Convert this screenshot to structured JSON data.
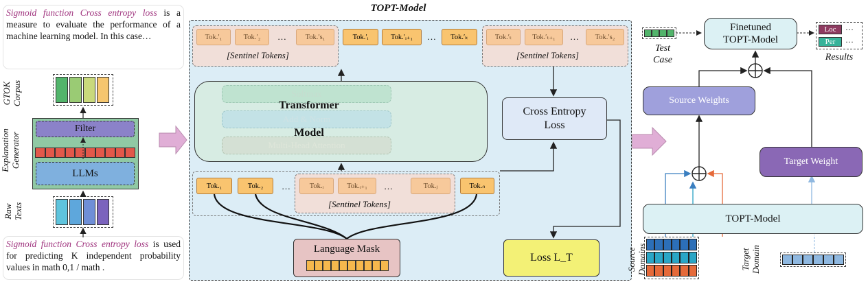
{
  "top_text": {
    "highlight": "Sigmoid function Cross entropy loss",
    "rest": " is a measure to evaluate the performance of a machine learning model. In this case…"
  },
  "bottom_text": {
    "highlight": "Sigmoid function Cross entropy loss",
    "rest": " is used for predicting K independent probability values in math 0,1 / math ."
  },
  "left_labels": {
    "corpus": "GTOK Corpus",
    "generator": "Explanation Generator",
    "raw": "Raw Texts"
  },
  "filter_label": "Filter",
  "llm_label": "LLMs",
  "model_title": "TOPT-Model",
  "top_tokens": {
    "left": [
      "Tok.′₁",
      "Tok.′₂",
      "…",
      "Tok.′s₁"
    ],
    "middle": [
      "Tok.′ᵢ",
      "Tok.′ᵢ₊₁",
      "…",
      "Tok.′ₖ"
    ],
    "right": [
      "Tok.′ₜ",
      "Tok.′ₜ₊₁",
      "…",
      "Tok.′s₂"
    ]
  },
  "sentinel_label": "[Sentinel Tokens]",
  "transformer": {
    "title": "Transformer",
    "subtitle": "Model",
    "layers": [
      "Softmax",
      "Add & Norm",
      "Multi-Head Attention"
    ]
  },
  "cross_entropy": "Cross Entropy Loss",
  "bottom_tokens": {
    "left": [
      "Tok.₁",
      "Tok.₂",
      "…"
    ],
    "sentinel": [
      "Tok.ᵢ",
      "Tok.ᵢ₊₁",
      "…",
      "Tok.ⱼ"
    ],
    "right": [
      "…",
      "Tok.ₙ"
    ]
  },
  "language_mask": "Language Mask",
  "loss": "Loss L_T",
  "right": {
    "test_case": "Test Case",
    "finetuned": "Finetuned TOPT-Model",
    "results": "Results",
    "result_tags": [
      "Loc",
      "Per"
    ],
    "source_weights": "Source Weights",
    "target_weight": "Target Weight",
    "topt_model": "TOPT-Model",
    "source_domains": "Source Domains",
    "target_domain": "Target Domain"
  },
  "colors": {
    "panel": "#dcedf6",
    "token": "#f9c46f",
    "filter": "#8b82c9",
    "llm": "#7fb0de",
    "loss": "#f3f176",
    "source_weights": "#9fa0dc",
    "target_weight": "#8a68b5",
    "loc": "#8e3a60",
    "per": "#37b39a"
  }
}
